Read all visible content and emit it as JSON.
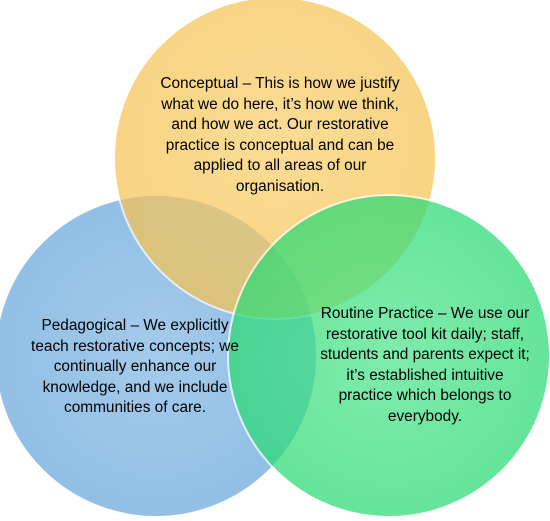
{
  "diagram": {
    "type": "venn",
    "circles": [
      {
        "key": "conceptual",
        "color": "#f7c75f",
        "text": "Conceptual – This is how we justify what we do here, it’s how we think, and how we act. Our restorative practice is conceptual and can be applied to all areas of our organisation."
      },
      {
        "key": "pedagogical",
        "color": "#8dbde6",
        "text": "Pedagogical – We explicitly teach restorative concepts; we continually enhance our knowledge, and we include communities of care."
      },
      {
        "key": "routine",
        "color": "#36e07b",
        "text": "Routine Practice – We use our restorative tool kit daily; staff, students and parents expect it; it’s established intuitive practice which belongs to everybody."
      }
    ]
  }
}
